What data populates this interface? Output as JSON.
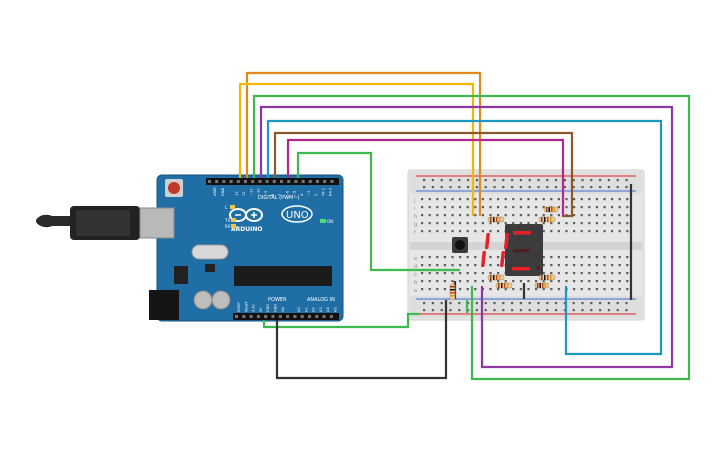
{
  "board": {
    "brand": "ARDUINO",
    "model": "UNO",
    "on_label": "ON",
    "digital_label": "DIGITAL (PWM~)",
    "power_label": "POWER",
    "analog_label": "ANALOG IN",
    "tx_label": "TX",
    "rx_label": "RX",
    "l_label": "L",
    "aref_label": "AREF",
    "gnd_label": "GND",
    "digital_pins": [
      "13",
      "12",
      "~11",
      "~10",
      "~9",
      "8",
      "7",
      "~6",
      "~5",
      "4",
      "~3",
      "2",
      "TX 1",
      "RX 0"
    ],
    "power_pins": [
      "IOREF",
      "RESET",
      "3.3V",
      "5V",
      "GND",
      "GND",
      "Vin"
    ],
    "analog_pins": [
      "A0",
      "A1",
      "A2",
      "A3",
      "A4",
      "A5"
    ]
  },
  "breadboard": {
    "row_letters_top": [
      "j",
      "i",
      "h",
      "g",
      "f"
    ],
    "row_letters_bottom": [
      "e",
      "d",
      "c",
      "b",
      "a"
    ]
  },
  "display": {
    "digit": "0",
    "color": "#e8202a"
  },
  "colors": {
    "board": "#1f6fa6",
    "breadboard": "#e7e7e7",
    "wire_orange": "#e08a1e",
    "wire_yellow": "#f2b705",
    "wire_green": "#3dba4e",
    "wire_purple": "#8e35a8",
    "wire_teal": "#1a9ac2",
    "wire_brown": "#8b5a2b",
    "wire_magenta": "#b3268f",
    "wire_black": "#333333"
  }
}
